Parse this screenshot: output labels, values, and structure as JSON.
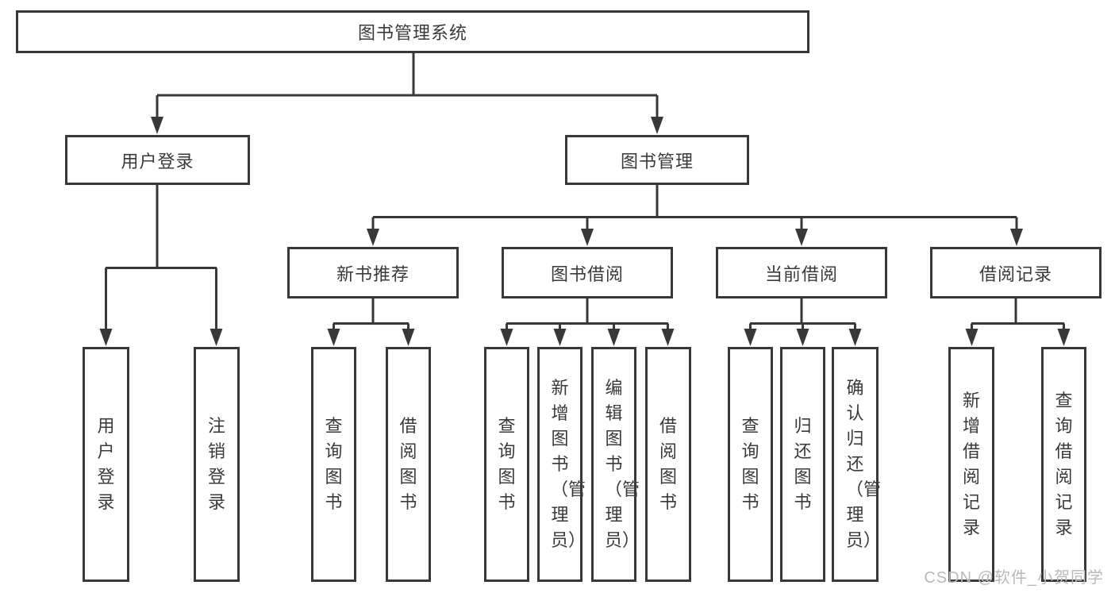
{
  "colors": {
    "line": "#383838",
    "text": "#3a3a3a",
    "background": "#ffffff",
    "watermark": "#b9b9b9"
  },
  "tree": {
    "root": "图书管理系统",
    "children": [
      {
        "label": "用户登录",
        "children": [
          "用户登录",
          "注销登录"
        ]
      },
      {
        "label": "图书管理",
        "children": [
          {
            "label": "新书推荐",
            "children": [
              "查询图书",
              "借阅图书"
            ]
          },
          {
            "label": "图书借阅",
            "children": [
              "查询图书",
              "新增图书（管理员）",
              "编辑图书（管理员）",
              "借阅图书"
            ]
          },
          {
            "label": "当前借阅",
            "children": [
              "查询图书",
              "归还图书",
              "确认归还（管理员）"
            ]
          },
          {
            "label": "借阅记录",
            "children": [
              "新增借阅记录",
              "查询借阅记录"
            ]
          }
        ]
      }
    ]
  },
  "watermark": "CSDN @软件_小贺同学"
}
